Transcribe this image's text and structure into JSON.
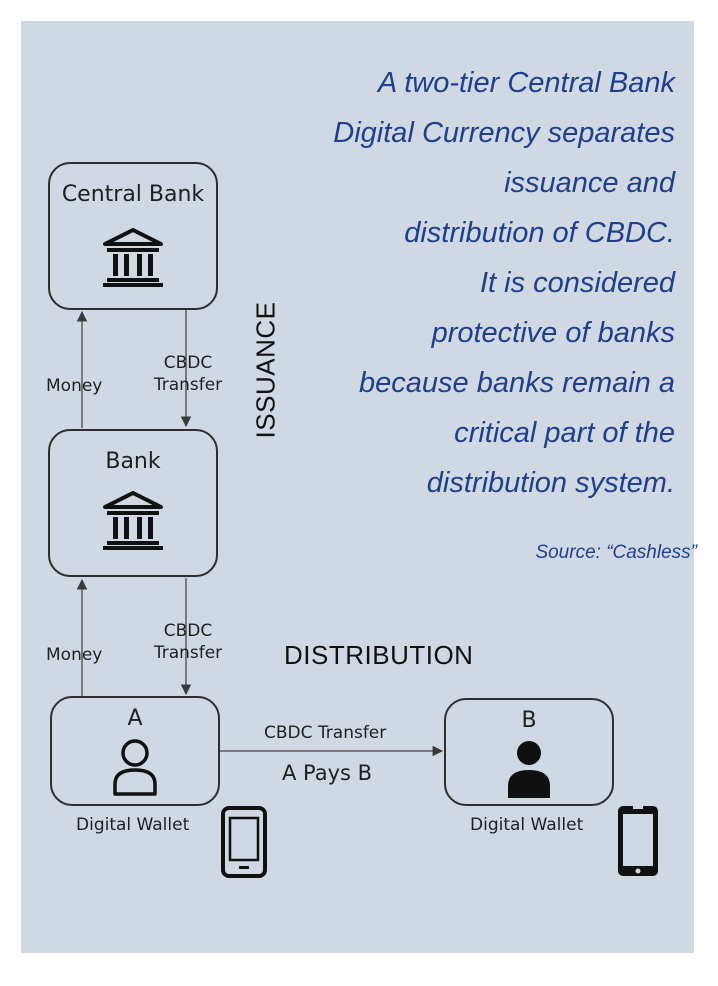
{
  "quote": {
    "lines": [
      "A two-tier Central Bank",
      "Digital Currency separates",
      "issuance and",
      "distribution of CBDC.",
      "It is considered",
      "protective of banks",
      "because banks remain a",
      "critical part of the",
      "distribution system."
    ],
    "source": "Source: “Cashless”"
  },
  "sections": {
    "issuance": "ISSUANCE",
    "distribution": "DISTRIBUTION"
  },
  "nodes": {
    "central_bank": {
      "title": "Central Bank",
      "icon": "bank-building-icon"
    },
    "bank": {
      "title": "Bank",
      "icon": "bank-building-icon"
    },
    "wallet_a": {
      "title": "A",
      "icon": "person-outline-icon",
      "caption": "Digital Wallet"
    },
    "wallet_b": {
      "title": "B",
      "icon": "person-filled-icon",
      "caption": "Digital Wallet"
    }
  },
  "edges": {
    "bank_to_central_money": "Money",
    "central_to_bank_cbdc": [
      "CBDC",
      "Transfer"
    ],
    "wallet_to_bank_money": "Money",
    "bank_to_wallet_cbdc": [
      "CBDC",
      "Transfer"
    ],
    "a_to_b_transfer": "CBDC Transfer",
    "a_to_b_pays": "A Pays B"
  },
  "icons": {
    "phone": "mobile-phone-icon"
  },
  "colors": {
    "panel": "#d0d9e3",
    "quote_text": "#1f3f8a",
    "stroke": "#2e2e2e"
  }
}
